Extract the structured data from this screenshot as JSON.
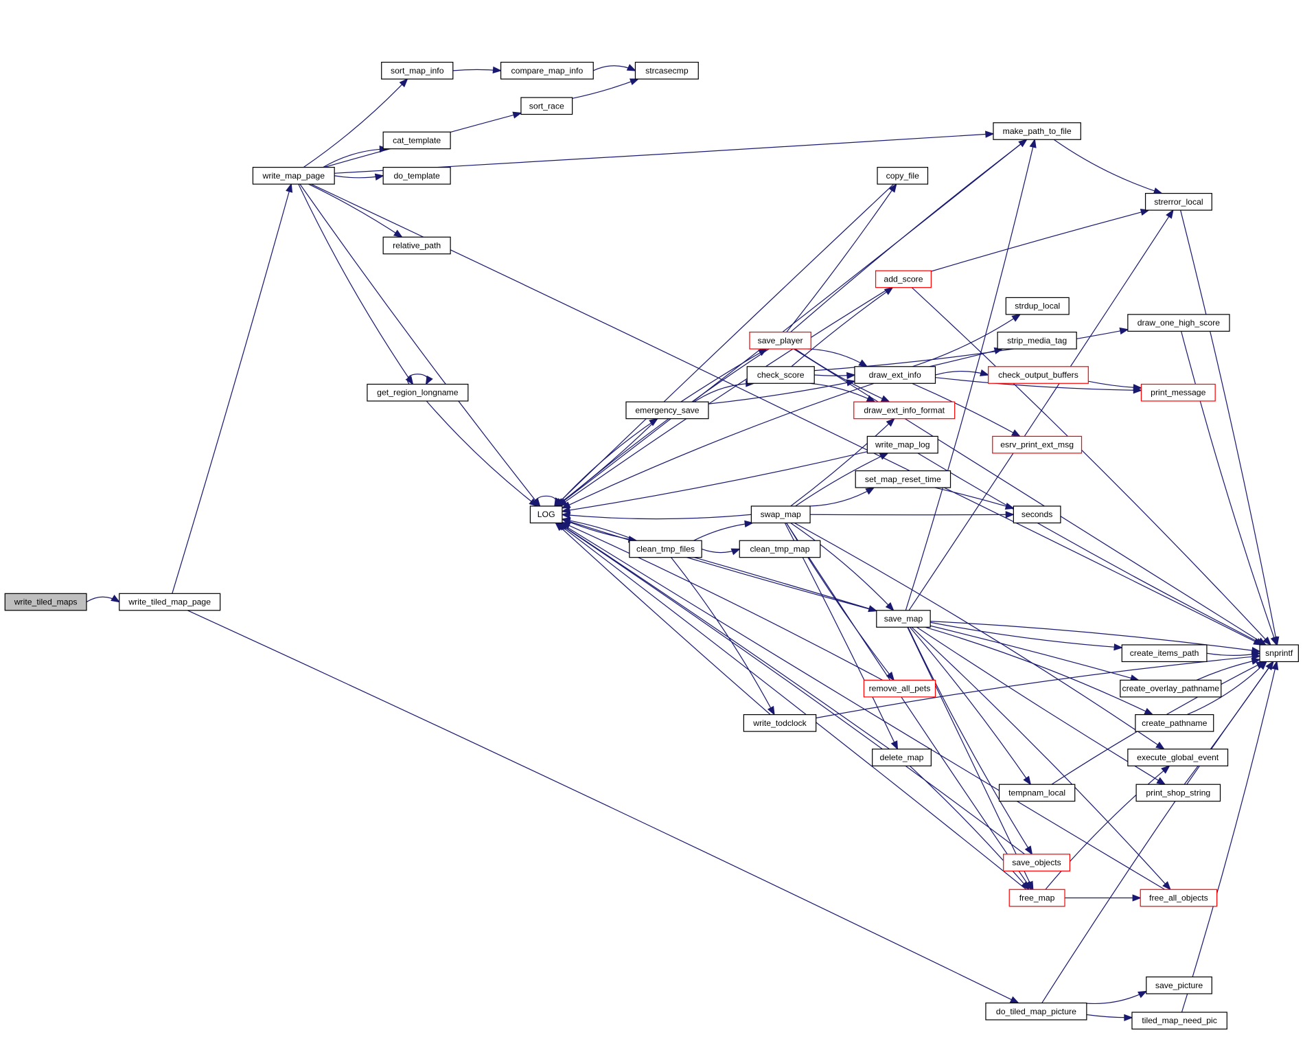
{
  "title": "write_tiled_maps call graph",
  "colors": {
    "edge": "#191970",
    "root_fill": "#bfbfbf",
    "node_border": "#000000",
    "incomplete_border": "#ff0000"
  },
  "nodes": [
    {
      "id": "write_tiled_maps",
      "label": "write_tiled_maps",
      "style": "root"
    },
    {
      "id": "write_tiled_map_page",
      "label": "write_tiled_map_page",
      "style": "normal"
    },
    {
      "id": "write_map_page",
      "label": "write_map_page",
      "style": "normal"
    },
    {
      "id": "sort_map_info",
      "label": "sort_map_info",
      "style": "normal"
    },
    {
      "id": "compare_map_info",
      "label": "compare_map_info",
      "style": "normal"
    },
    {
      "id": "strcasecmp",
      "label": "strcasecmp",
      "style": "normal"
    },
    {
      "id": "sort_race",
      "label": "sort_race",
      "style": "normal"
    },
    {
      "id": "cat_template",
      "label": "cat_template",
      "style": "normal"
    },
    {
      "id": "do_template",
      "label": "do_template",
      "style": "normal"
    },
    {
      "id": "relative_path",
      "label": "relative_path",
      "style": "normal"
    },
    {
      "id": "get_region_longname",
      "label": "get_region_longname",
      "style": "normal"
    },
    {
      "id": "LOG",
      "label": "LOG",
      "style": "normal"
    },
    {
      "id": "make_path_to_file",
      "label": "make_path_to_file",
      "style": "normal"
    },
    {
      "id": "copy_file",
      "label": "copy_file",
      "style": "normal"
    },
    {
      "id": "strerror_local",
      "label": "strerror_local",
      "style": "normal"
    },
    {
      "id": "add_score",
      "label": "add_score",
      "style": "red"
    },
    {
      "id": "strdup_local",
      "label": "strdup_local",
      "style": "normal"
    },
    {
      "id": "strip_media_tag",
      "label": "strip_media_tag",
      "style": "normal"
    },
    {
      "id": "draw_one_high_score",
      "label": "draw_one_high_score",
      "style": "normal"
    },
    {
      "id": "save_player",
      "label": "save_player",
      "style": "red"
    },
    {
      "id": "check_score",
      "label": "check_score",
      "style": "normal"
    },
    {
      "id": "draw_ext_info",
      "label": "draw_ext_info",
      "style": "normal"
    },
    {
      "id": "check_output_buffers",
      "label": "check_output_buffers",
      "style": "red"
    },
    {
      "id": "print_message",
      "label": "print_message",
      "style": "red"
    },
    {
      "id": "emergency_save",
      "label": "emergency_save",
      "style": "normal"
    },
    {
      "id": "draw_ext_info_format",
      "label": "draw_ext_info_format",
      "style": "red"
    },
    {
      "id": "esrv_print_ext_msg",
      "label": "esrv_print_ext_msg",
      "style": "red"
    },
    {
      "id": "write_map_log",
      "label": "write_map_log",
      "style": "normal"
    },
    {
      "id": "set_map_reset_time",
      "label": "set_map_reset_time",
      "style": "normal"
    },
    {
      "id": "swap_map",
      "label": "swap_map",
      "style": "normal"
    },
    {
      "id": "seconds",
      "label": "seconds",
      "style": "normal"
    },
    {
      "id": "clean_tmp_files",
      "label": "clean_tmp_files",
      "style": "normal"
    },
    {
      "id": "clean_tmp_map",
      "label": "clean_tmp_map",
      "style": "normal"
    },
    {
      "id": "save_map",
      "label": "save_map",
      "style": "normal"
    },
    {
      "id": "create_items_path",
      "label": "create_items_path",
      "style": "normal"
    },
    {
      "id": "snprintf",
      "label": "snprintf",
      "style": "normal"
    },
    {
      "id": "create_overlay_pathname",
      "label": "create_overlay_pathname",
      "style": "normal"
    },
    {
      "id": "remove_all_pets",
      "label": "remove_all_pets",
      "style": "red"
    },
    {
      "id": "create_pathname",
      "label": "create_pathname",
      "style": "normal"
    },
    {
      "id": "write_todclock",
      "label": "write_todclock",
      "style": "normal"
    },
    {
      "id": "delete_map",
      "label": "delete_map",
      "style": "normal"
    },
    {
      "id": "execute_global_event",
      "label": "execute_global_event",
      "style": "normal"
    },
    {
      "id": "tempnam_local",
      "label": "tempnam_local",
      "style": "normal"
    },
    {
      "id": "print_shop_string",
      "label": "print_shop_string",
      "style": "normal"
    },
    {
      "id": "save_objects",
      "label": "save_objects",
      "style": "red"
    },
    {
      "id": "free_map",
      "label": "free_map",
      "style": "red"
    },
    {
      "id": "free_all_objects",
      "label": "free_all_objects",
      "style": "red"
    },
    {
      "id": "do_tiled_map_picture",
      "label": "do_tiled_map_picture",
      "style": "normal"
    },
    {
      "id": "save_picture",
      "label": "save_picture",
      "style": "normal"
    },
    {
      "id": "tiled_map_need_pic",
      "label": "tiled_map_need_pic",
      "style": "normal"
    }
  ],
  "edges": [
    [
      "write_tiled_maps",
      "write_tiled_map_page"
    ],
    [
      "write_tiled_map_page",
      "write_map_page"
    ],
    [
      "write_tiled_map_page",
      "do_tiled_map_picture"
    ],
    [
      "write_map_page",
      "sort_map_info"
    ],
    [
      "write_map_page",
      "sort_race"
    ],
    [
      "write_map_page",
      "cat_template"
    ],
    [
      "write_map_page",
      "do_template"
    ],
    [
      "write_map_page",
      "relative_path"
    ],
    [
      "write_map_page",
      "get_region_longname"
    ],
    [
      "write_map_page",
      "make_path_to_file"
    ],
    [
      "write_map_page",
      "snprintf"
    ],
    [
      "write_map_page",
      "LOG"
    ],
    [
      "sort_map_info",
      "compare_map_info"
    ],
    [
      "compare_map_info",
      "strcasecmp"
    ],
    [
      "sort_race",
      "strcasecmp"
    ],
    [
      "get_region_longname",
      "get_region_longname"
    ],
    [
      "get_region_longname",
      "LOG"
    ],
    [
      "LOG",
      "LOG"
    ],
    [
      "LOG",
      "emergency_save"
    ],
    [
      "LOG",
      "clean_tmp_files"
    ],
    [
      "make_path_to_file",
      "LOG"
    ],
    [
      "make_path_to_file",
      "strerror_local"
    ],
    [
      "copy_file",
      "LOG"
    ],
    [
      "strerror_local",
      "snprintf"
    ],
    [
      "add_score",
      "LOG"
    ],
    [
      "add_score",
      "strerror_local"
    ],
    [
      "add_score",
      "snprintf"
    ],
    [
      "save_player",
      "copy_file"
    ],
    [
      "save_player",
      "make_path_to_file"
    ],
    [
      "save_player",
      "LOG"
    ],
    [
      "save_player",
      "snprintf"
    ],
    [
      "save_player",
      "draw_ext_info"
    ],
    [
      "save_player",
      "draw_ext_info_format"
    ],
    [
      "check_score",
      "add_score"
    ],
    [
      "check_score",
      "draw_one_high_score"
    ],
    [
      "check_score",
      "draw_ext_info"
    ],
    [
      "check_score",
      "draw_ext_info_format"
    ],
    [
      "draw_one_high_score",
      "snprintf"
    ],
    [
      "emergency_save",
      "save_player"
    ],
    [
      "emergency_save",
      "check_score"
    ],
    [
      "emergency_save",
      "draw_ext_info"
    ],
    [
      "emergency_save",
      "LOG"
    ],
    [
      "draw_ext_info",
      "strdup_local"
    ],
    [
      "draw_ext_info",
      "strip_media_tag"
    ],
    [
      "draw_ext_info",
      "check_output_buffers"
    ],
    [
      "draw_ext_info",
      "print_message"
    ],
    [
      "draw_ext_info",
      "esrv_print_ext_msg"
    ],
    [
      "draw_ext_info",
      "LOG"
    ],
    [
      "check_output_buffers",
      "print_message"
    ],
    [
      "write_map_log",
      "LOG"
    ],
    [
      "write_map_log",
      "snprintf"
    ],
    [
      "set_map_reset_time",
      "seconds"
    ],
    [
      "swap_map",
      "LOG"
    ],
    [
      "swap_map",
      "draw_ext_info_format"
    ],
    [
      "swap_map",
      "write_map_log"
    ],
    [
      "swap_map",
      "set_map_reset_time"
    ],
    [
      "swap_map",
      "seconds"
    ],
    [
      "swap_map",
      "save_map"
    ],
    [
      "swap_map",
      "remove_all_pets"
    ],
    [
      "swap_map",
      "delete_map"
    ],
    [
      "swap_map",
      "execute_global_event"
    ],
    [
      "swap_map",
      "free_map"
    ],
    [
      "clean_tmp_files",
      "swap_map"
    ],
    [
      "clean_tmp_files",
      "clean_tmp_map"
    ],
    [
      "clean_tmp_files",
      "save_map"
    ],
    [
      "clean_tmp_files",
      "write_todclock"
    ],
    [
      "clean_tmp_files",
      "LOG"
    ],
    [
      "save_map",
      "LOG"
    ],
    [
      "save_map",
      "make_path_to_file"
    ],
    [
      "save_map",
      "strerror_local"
    ],
    [
      "save_map",
      "snprintf"
    ],
    [
      "save_map",
      "create_items_path"
    ],
    [
      "save_map",
      "create_overlay_pathname"
    ],
    [
      "save_map",
      "create_pathname"
    ],
    [
      "save_map",
      "print_shop_string"
    ],
    [
      "save_map",
      "tempnam_local"
    ],
    [
      "save_map",
      "save_objects"
    ],
    [
      "save_map",
      "free_map"
    ],
    [
      "save_map",
      "free_all_objects"
    ],
    [
      "create_items_path",
      "snprintf"
    ],
    [
      "create_overlay_pathname",
      "snprintf"
    ],
    [
      "create_pathname",
      "snprintf"
    ],
    [
      "print_shop_string",
      "snprintf"
    ],
    [
      "tempnam_local",
      "snprintf"
    ],
    [
      "remove_all_pets",
      "LOG"
    ],
    [
      "write_todclock",
      "LOG"
    ],
    [
      "write_todclock",
      "snprintf"
    ],
    [
      "delete_map",
      "LOG"
    ],
    [
      "delete_map",
      "free_map"
    ],
    [
      "save_objects",
      "LOG"
    ],
    [
      "free_map",
      "free_all_objects"
    ],
    [
      "free_map",
      "execute_global_event"
    ],
    [
      "free_map",
      "LOG"
    ],
    [
      "free_all_objects",
      "LOG"
    ],
    [
      "do_tiled_map_picture",
      "save_picture"
    ],
    [
      "do_tiled_map_picture",
      "tiled_map_need_pic"
    ],
    [
      "do_tiled_map_picture",
      "snprintf"
    ],
    [
      "tiled_map_need_pic",
      "snprintf"
    ]
  ]
}
